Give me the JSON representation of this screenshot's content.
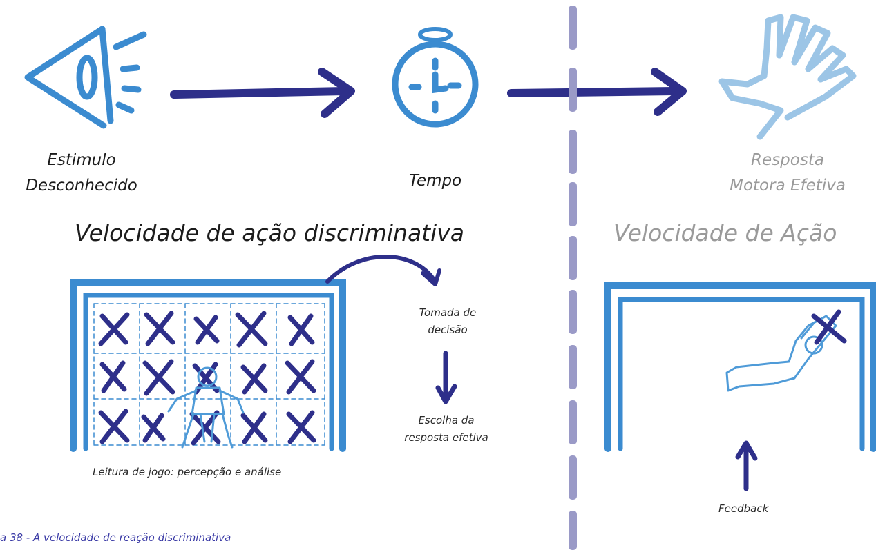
{
  "labels": {
    "stimulus": [
      "Estimulo",
      "Desconhecido"
    ],
    "time": "Tempo",
    "response": [
      "Resposta",
      "Motora Efetiva"
    ],
    "heading_left": "Velocidade de ação discriminativa",
    "heading_right": "Velocidade de Ação",
    "decision": [
      "Tomada de",
      "decisão"
    ],
    "choice": [
      "Escolha da",
      "resposta efetiva"
    ],
    "reading": "Leitura de jogo: percepção e análise",
    "feedback": "Feedback",
    "caption": "a 38 - A velocidade de reação discriminativa"
  },
  "colors": {
    "blue": "#3b8bd0",
    "light_blue": "#9cc5e6",
    "navy": "#2e2f8a",
    "divider": "#9a9ac7",
    "gray_text": "#9a9a9a",
    "dark_text": "#1c1c1c"
  },
  "icons": {
    "stimulus": "eye-sound-icon",
    "time": "stopwatch-icon",
    "response": "hand-icon"
  }
}
